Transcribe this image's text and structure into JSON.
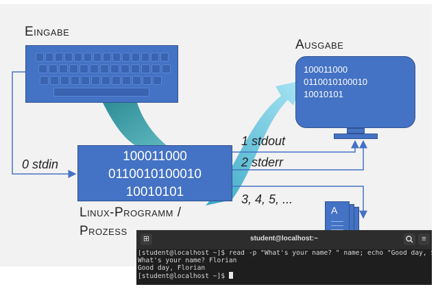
{
  "labels": {
    "eingabe": "Eingabe",
    "ausgabe": "Ausgabe",
    "programm_line1": "Linux-Programm /",
    "programm_line2": "Prozess"
  },
  "streams": {
    "stdin": "0 stdin",
    "stdout": "1 stdout",
    "stderr": "2 stderr",
    "others": "3, 4, 5, ..."
  },
  "process_bits": [
    "100011000",
    "0110010100010",
    "10010101"
  ],
  "monitor_bits": [
    "100011000",
    "0110010100010",
    "10010101"
  ],
  "document_letter": "A",
  "terminal": {
    "title": "student@localhost:~",
    "new_tab_icon": "new-tab-icon",
    "search_icon": "search-icon",
    "menu_icon": "hamburger-menu-icon",
    "lines": [
      "[student@localhost ~]$ read -p \"What's your name? \" name; echo \"Good day, $n",
      "What's your name? Florian",
      "Good day, Florian",
      "[student@localhost ~]$ "
    ]
  },
  "colors": {
    "box_fill": "#4472c4",
    "box_border": "#2f528f",
    "arrow_teal": "#4aa7b0",
    "arrow_light": "#7fd0e8"
  }
}
